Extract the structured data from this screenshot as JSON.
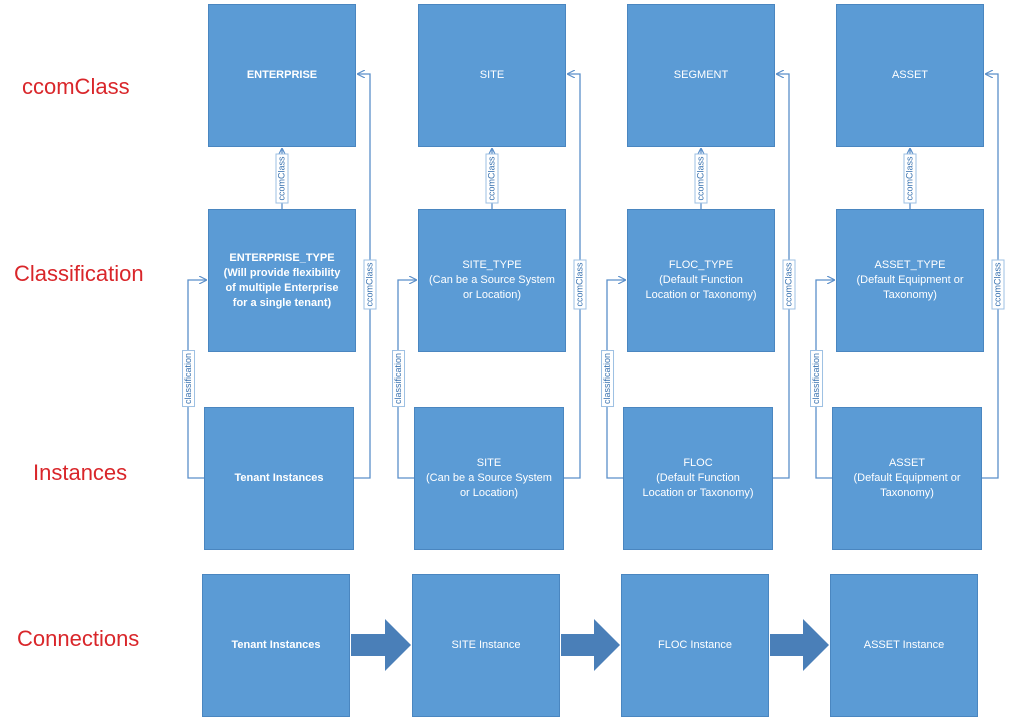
{
  "rows": [
    {
      "label": "ccomClass"
    },
    {
      "label": "Classification"
    },
    {
      "label": "Instances"
    },
    {
      "label": "Connections"
    }
  ],
  "columns": [
    {
      "ccomclass": "ENTERPRISE",
      "classification": "ENTERPRISE_TYPE\n(Will provide flexibility\nof multiple Enterprise\nfor a single tenant)",
      "instance": "Tenant Instances",
      "connection": "Tenant Instances"
    },
    {
      "ccomclass": "SITE",
      "classification": "SITE_TYPE\n(Can be a Source System\nor Location)",
      "instance": "SITE\n(Can be a Source System\nor Location)",
      "connection": "SITE Instance"
    },
    {
      "ccomclass": "SEGMENT",
      "classification": "FLOC_TYPE\n(Default Function\nLocation or Taxonomy)",
      "instance": "FLOC\n(Default Function\nLocation or Taxonomy)",
      "connection": "FLOC Instance"
    },
    {
      "ccomclass": "ASSET",
      "classification": "ASSET_TYPE\n(Default Equipment or\nTaxonomy)",
      "instance": "ASSET\n(Default Equipment or\nTaxonomy)",
      "connection": "ASSET Instance"
    }
  ],
  "connector_labels": {
    "ccomclass": "ccomClass",
    "classification": "classification"
  },
  "colors": {
    "box_fill": "#5b9bd5",
    "box_border": "#4a86c0",
    "row_label": "#d9262a",
    "connector": "#5b8fc9",
    "arrow_fill": "#4a7fb8"
  }
}
